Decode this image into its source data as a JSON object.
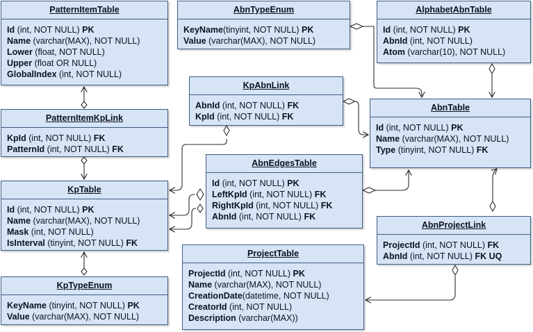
{
  "tables": [
    {
      "id": "patternitemtable",
      "title": "PatternItemTable",
      "fields": [
        {
          "name": "Id",
          "type": " (int, NOT NULL) ",
          "key": "PK"
        },
        {
          "name": "Name",
          "type": " (varchar(MAX), NOT NULL)",
          "key": ""
        },
        {
          "name": "Lower",
          "type": " (float, NOT NULL)",
          "key": ""
        },
        {
          "name": "Upper",
          "type": " (float OR NULL)",
          "key": ""
        },
        {
          "name": "GlobalIndex",
          "type": " (int, NOT NULL)",
          "key": ""
        }
      ]
    },
    {
      "id": "abntypeenum",
      "title": "AbnTypeEnum",
      "fields": [
        {
          "name": "KeyName",
          "type": "(tinyint, NOT NULL) ",
          "key": "PK"
        },
        {
          "name": "Value",
          "type": " (varchar(MAX), NOT NULL)",
          "key": ""
        }
      ]
    },
    {
      "id": "alphabetabntable",
      "title": "AlphabetAbnTable",
      "fields": [
        {
          "name": "Id",
          "type": " (int, NOT NULL) ",
          "key": "PK"
        },
        {
          "name": "AbnId",
          "type": " (int, NOT NULL)",
          "key": ""
        },
        {
          "name": "Atom",
          "type": " (varchar(10), NOT NULL)",
          "key": ""
        }
      ]
    },
    {
      "id": "kpabnlink",
      "title": "KpAbnLink",
      "fields": [
        {
          "name": "AbnId",
          "type": " (int, NOT NULL) ",
          "key": "FK"
        },
        {
          "name": "KpId",
          "type": " (int, NOT NULL) ",
          "key": "FK"
        }
      ]
    },
    {
      "id": "patternitemkplink",
      "title": "PatternItemKpLink",
      "fields": [
        {
          "name": "KpId",
          "type": " (int, NOT NULL) ",
          "key": "FK"
        },
        {
          "name": "PatternId",
          "type": " (int, NOT NULL) ",
          "key": "FK"
        }
      ]
    },
    {
      "id": "abntable",
      "title": "AbnTable",
      "fields": [
        {
          "name": "Id",
          "type": " (int, NOT NULL) ",
          "key": "PK"
        },
        {
          "name": "Name",
          "type": " (varchar(MAX), NOT NULL)",
          "key": ""
        },
        {
          "name": "Type",
          "type": " (tinyint, NOT NULL) ",
          "key": "FK"
        }
      ]
    },
    {
      "id": "abnedgestable",
      "title": "AbnEdgesTable",
      "fields": [
        {
          "name": "Id",
          "type": " (int, NOT NULL) ",
          "key": "PK"
        },
        {
          "name": "LeftKpId",
          "type": " (int, NOT NULL) ",
          "key": "FK"
        },
        {
          "name": "RightKpId",
          "type": " (int, NOT NULL) ",
          "key": "FK"
        },
        {
          "name": "AbnId",
          "type": " (int, NOT NULL) ",
          "key": "FK"
        }
      ]
    },
    {
      "id": "kptable",
      "title": "KpTable",
      "fields": [
        {
          "name": "Id",
          "type": " (int, NOT NULL) ",
          "key": "PK"
        },
        {
          "name": "Name",
          "type": " (varchar(MAX), NOT NULL)",
          "key": ""
        },
        {
          "name": "Mask",
          "type": " (int, NOT NULL)",
          "key": ""
        },
        {
          "name": "IsInterval",
          "type": " (tinyint, NOT NULL) ",
          "key": "FK"
        }
      ]
    },
    {
      "id": "abnprojectlink",
      "title": "AbnProjectLink",
      "fields": [
        {
          "name": "ProjectId",
          "type": " (int, NOT NULL) ",
          "key": "FK"
        },
        {
          "name": "AbnId",
          "type": " (int, NOT NULL) ",
          "key": "FK UQ"
        }
      ]
    },
    {
      "id": "projecttable",
      "title": "ProjectTable",
      "fields": [
        {
          "name": "ProjectId",
          "type": " (int, NOT NULL) ",
          "key": "PK"
        },
        {
          "name": "Name",
          "type": " (varchar(MAX), NOT NULL)",
          "key": ""
        },
        {
          "name": "CreationDate",
          "type": "(datetime, NOT NULL)",
          "key": ""
        },
        {
          "name": "CreatorId",
          "type": " (int, NOT NULL)",
          "key": ""
        },
        {
          "name": "Description",
          "type": " (varchar(MAX))",
          "key": ""
        }
      ]
    },
    {
      "id": "kptypeenum",
      "title": "KpTypeEnum",
      "fields": [
        {
          "name": "KeyName",
          "type": " (tinyint, NOT NULL) ",
          "key": "PK"
        },
        {
          "name": "Value",
          "type": " (varchar(MAX), NOT NULL)",
          "key": ""
        }
      ]
    }
  ],
  "colors": {
    "table_fill": "#d7e4f5",
    "table_border": "#3c5a83",
    "link_line": "#2b2b2b"
  }
}
